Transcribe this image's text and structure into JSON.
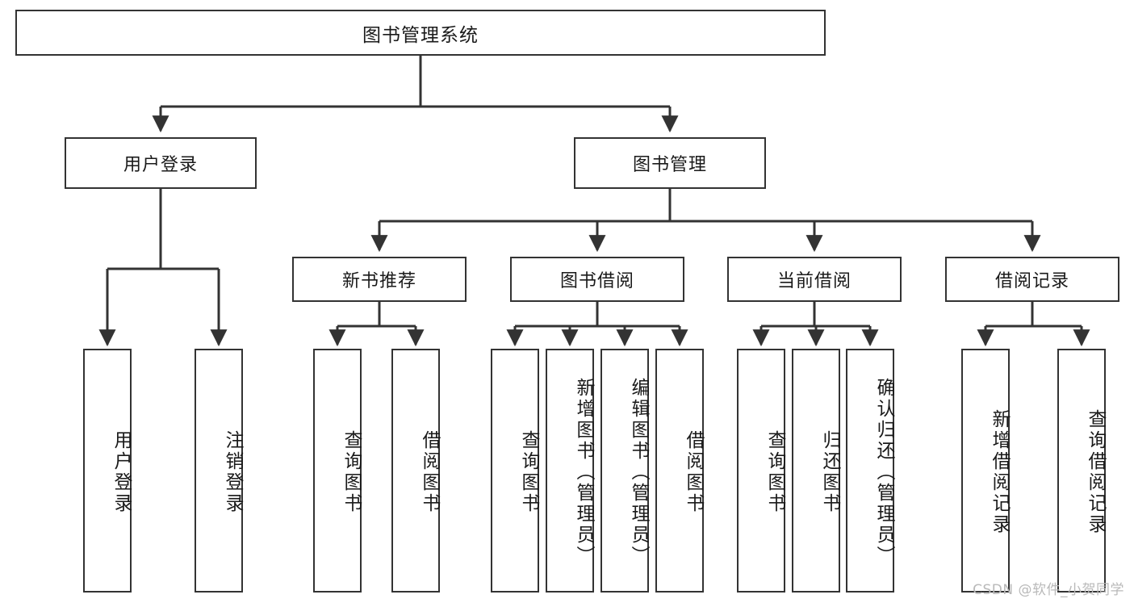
{
  "diagram": {
    "type": "tree-hierarchy",
    "title": "图书管理系统",
    "watermark": "CSDN @软件_小贺同学",
    "colors": {
      "stroke": "#333333",
      "fill": "#ffffff",
      "text": "#1a1a1a",
      "watermark": "#b9b9b9"
    },
    "levels": {
      "root": {
        "label": "图书管理系统"
      },
      "level2": [
        {
          "id": "user-login",
          "label": "用户登录"
        },
        {
          "id": "book-management",
          "label": "图书管理"
        }
      ],
      "level3": [
        {
          "id": "new-book-recommend",
          "label": "新书推荐",
          "parent": "book-management"
        },
        {
          "id": "book-borrow",
          "label": "图书借阅",
          "parent": "book-management"
        },
        {
          "id": "current-borrow",
          "label": "当前借阅",
          "parent": "book-management"
        },
        {
          "id": "borrow-record",
          "label": "借阅记录",
          "parent": "book-management"
        }
      ],
      "leaves": [
        {
          "id": "leaf-user-login",
          "label": "用户登录",
          "parent": "user-login"
        },
        {
          "id": "leaf-logout-login",
          "label": "注销登录",
          "parent": "user-login"
        },
        {
          "id": "leaf-query-book-1",
          "label": "查询图书",
          "parent": "new-book-recommend"
        },
        {
          "id": "leaf-borrow-book-1",
          "label": "借阅图书",
          "parent": "new-book-recommend"
        },
        {
          "id": "leaf-query-book-2",
          "label": "查询图书",
          "parent": "book-borrow"
        },
        {
          "id": "leaf-add-book",
          "label": "新增图书（管理员）",
          "parent": "book-borrow"
        },
        {
          "id": "leaf-edit-book",
          "label": "编辑图书（管理员）",
          "parent": "book-borrow"
        },
        {
          "id": "leaf-borrow-book-2",
          "label": "借阅图书",
          "parent": "book-borrow"
        },
        {
          "id": "leaf-query-book-3",
          "label": "查询图书",
          "parent": "current-borrow"
        },
        {
          "id": "leaf-return-book",
          "label": "归还图书",
          "parent": "current-borrow"
        },
        {
          "id": "leaf-confirm-return",
          "label": "确认归还（管理员）",
          "parent": "current-borrow"
        },
        {
          "id": "leaf-add-record",
          "label": "新增借阅记录",
          "parent": "borrow-record"
        },
        {
          "id": "leaf-query-record",
          "label": "查询借阅记录",
          "parent": "borrow-record"
        }
      ]
    }
  }
}
